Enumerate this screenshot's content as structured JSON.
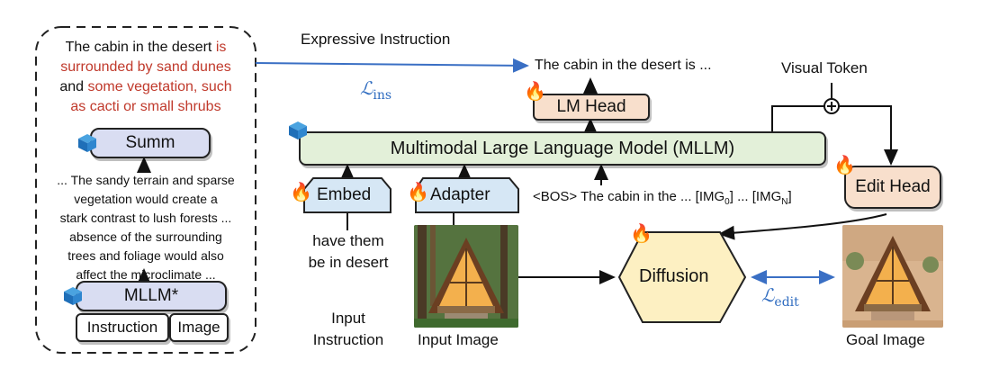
{
  "left_panel": {
    "expressive_text": {
      "part1": "The cabin in the desert ",
      "part2": "is",
      "part3": "surrounded by sand dunes",
      "part4": "and ",
      "part5": "some vegetation, such",
      "part6": "as cacti or small shrubs"
    },
    "summ_label": "Summ",
    "mllm_output_lines": [
      "... The sandy terrain and sparse",
      "vegetation would create a",
      "stark contrast to lush forests ...",
      "absence of the surrounding",
      "trees and foliage would also",
      "affect the microclimate ..."
    ],
    "mllm_star_label": "MLLM*",
    "instruction_label": "Instruction",
    "image_label": "Image"
  },
  "labels": {
    "expressive_instruction": "Expressive Instruction",
    "loss_ins": "ℒ",
    "loss_ins_sub": "ins",
    "lm_output": "The cabin in the desert is ...",
    "lm_head": "LM Head",
    "visual_token": "Visual Token",
    "mllm_main": "Multimodal Large Language Model (MLLM)",
    "embed": "Embed",
    "adapter": "Adapter",
    "bos_sequence": "<BOS> The cabin in the ...  [IMG",
    "img0_sub": "0",
    "mid_dots": "] ... [IMG",
    "imgN_sub": "N",
    "close_bracket": "]",
    "edit_head": "Edit Head",
    "input_instruction_text_1": "have them",
    "input_instruction_text_2": "be in desert",
    "input_instruction_caption_1": "Input",
    "input_instruction_caption_2": "Instruction",
    "input_image_caption": "Input Image",
    "diffusion": "Diffusion",
    "loss_edit": "ℒ",
    "loss_edit_sub": "edit",
    "goal_image_caption": "Goal Image"
  },
  "colors": {
    "red_text": "#c0392b",
    "blue_arrow": "#3a6fc4",
    "summ_fill": "#d9ddf2",
    "mllm_fill": "#e3f0d9",
    "lm_head_fill": "#f8dfcc",
    "embed_fill": "#d6e7f5",
    "diffusion_fill": "#fdf0c2",
    "edit_head_fill": "#f8dfcc",
    "loss_blue": "#2f6cc0"
  },
  "icons": [
    "frozen-cube-icon",
    "trainable-fire-icon",
    "plus-circle-icon",
    "cabin-forest-image",
    "cabin-desert-image"
  ]
}
